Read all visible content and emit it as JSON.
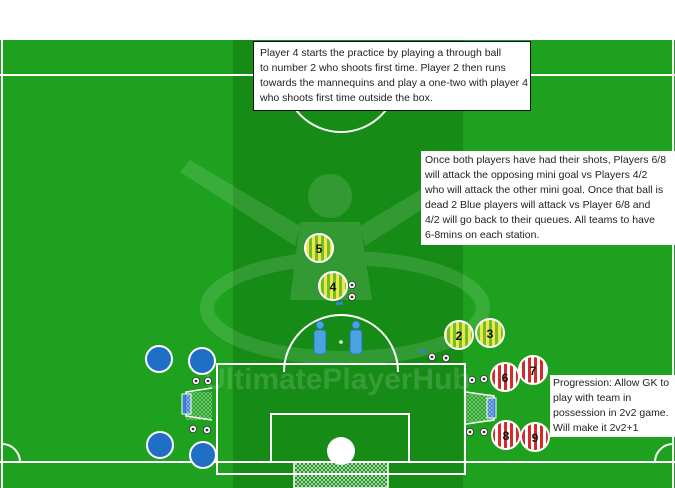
{
  "colors": {
    "pitch": "#1ea11e",
    "center_band": "#168c16",
    "lines": "#ffffff",
    "blue_player": "#1f6fc4",
    "yellow_stripe": "#f0e64a",
    "green_stripe": "#6fbf2a",
    "red_stripe": "#d42a2a",
    "white_stripe": "#ffffff",
    "note_bg": "#ffffff",
    "note_text": "#222222"
  },
  "watermark": {
    "text": "UltimatePlayerHub"
  },
  "notes": {
    "top": [
      "Player 4 starts the practice by playing a through ball",
      "to number 2 who shoots first time. Player 2 then runs",
      "towards the mannequins and play a one-two with player 4",
      "who shoots first time outside the box."
    ],
    "right": [
      "Once both players have had their shots, Players 6/8",
      "will attack the opposing mini goal vs Players 4/2",
      "who will attack the other mini goal. Once that ball is",
      "dead 2 Blue players will attack vs Player 6/8 and",
      "4/2 will go back to their queues. All teams to have",
      "6-8mins on each station."
    ],
    "progression": [
      "Progression: Allow GK to",
      "play with team in",
      "possession in 2v2 game.",
      "Will make it 2v2+1"
    ]
  },
  "players": {
    "yellow": [
      {
        "number": "5",
        "icon": "striped-player-disc"
      },
      {
        "number": "4",
        "icon": "striped-player-disc"
      },
      {
        "number": "2",
        "icon": "striped-player-disc"
      },
      {
        "number": "3",
        "icon": "striped-player-disc"
      }
    ],
    "red": [
      {
        "number": "6",
        "icon": "striped-player-disc"
      },
      {
        "number": "7",
        "icon": "striped-player-disc"
      },
      {
        "number": "8",
        "icon": "striped-player-disc"
      },
      {
        "number": "9",
        "icon": "striped-player-disc"
      }
    ],
    "blue_count": 4
  },
  "equipment": {
    "mannequins": 2,
    "mini_goals": 2,
    "goalkeeper_ball": 1
  }
}
